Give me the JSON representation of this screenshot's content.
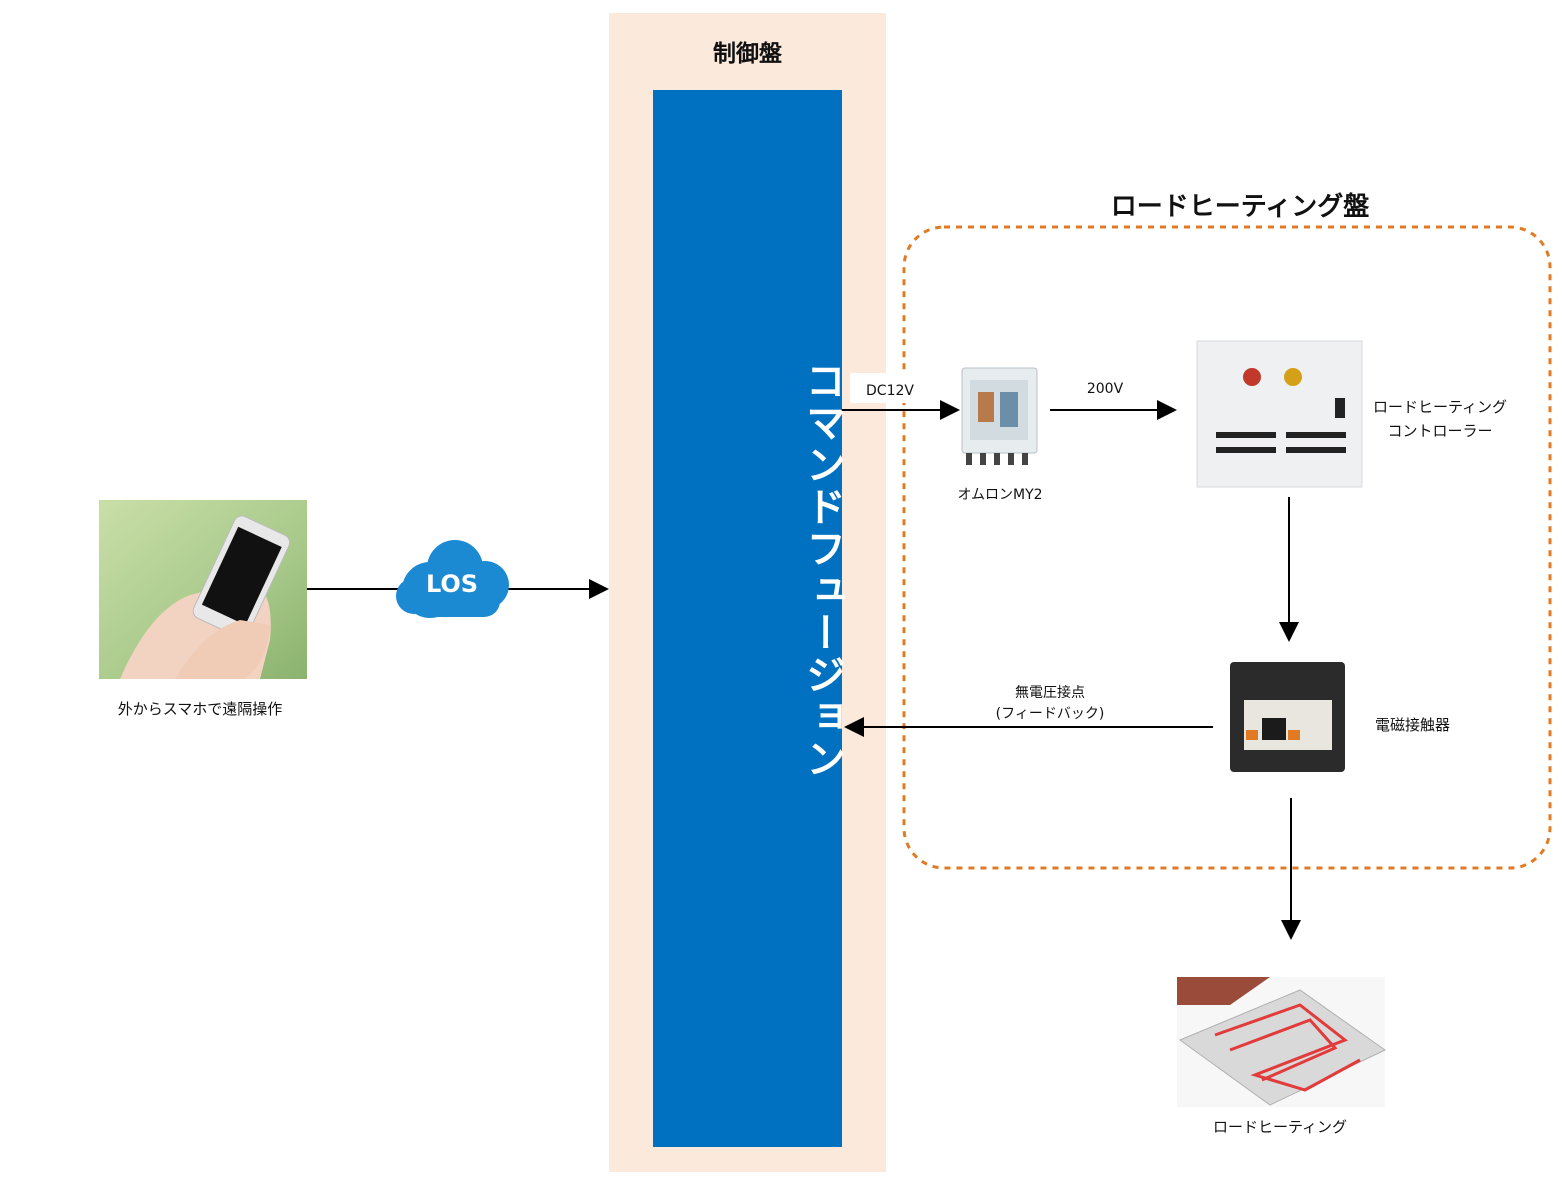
{
  "control_panel": {
    "title": "制御盤",
    "main_label": "コマンドフュージョン"
  },
  "road_heating_panel": {
    "title": "ロードヒーティング盤"
  },
  "phone": {
    "caption": "外からスマホで遠隔操作"
  },
  "cloud": {
    "label": "LOS"
  },
  "relay": {
    "caption": "オムロンMY2",
    "input_label": "DC12V",
    "output_label": "200V"
  },
  "controller": {
    "caption_line1": "ロードヒーティング",
    "caption_line2": "コントローラー"
  },
  "contactor": {
    "caption": "電磁接触器",
    "feedback_line1": "無電圧接点",
    "feedback_line2": "(フィードバック)"
  },
  "heating": {
    "caption": "ロードヒーティング"
  },
  "colors": {
    "panel_bg": "#fbe9dc",
    "bar": "#0070c0",
    "cloud": "#1b8ad3",
    "dash": "#e07b24"
  }
}
